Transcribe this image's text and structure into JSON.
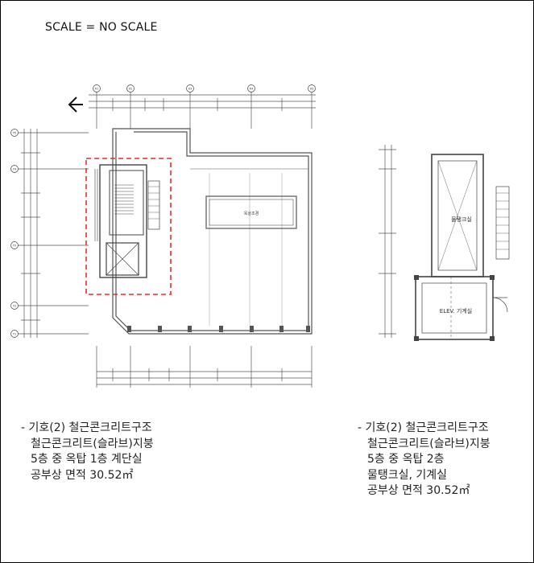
{
  "scale_note": "SCALE = NO SCALE",
  "grid_labels_top": [
    "X1",
    "X2",
    "X3",
    "X4",
    "X5"
  ],
  "grid_labels_left": [
    "Y5",
    "Y4",
    "Y3",
    "Y2",
    "Y1"
  ],
  "room_labels": {
    "rooftop": "옥상조경",
    "water_tank": "물탱크실",
    "elevator_machine": "ELEV. 기계실"
  },
  "note_left": [
    "- 기호(2) 철근콘크리트구조",
    "철근콘크리트(슬라브)지붕",
    "5층 중 옥탑 1층 계단실",
    "공부상 면적 30.52㎡"
  ],
  "note_right": [
    "- 기호(2) 철근콘크리트구조",
    "철근콘크리트(슬라브)지붕",
    "5층 중 옥탑 2층",
    "물탱크실, 기계실",
    "공부상 면적 30.52㎡"
  ]
}
